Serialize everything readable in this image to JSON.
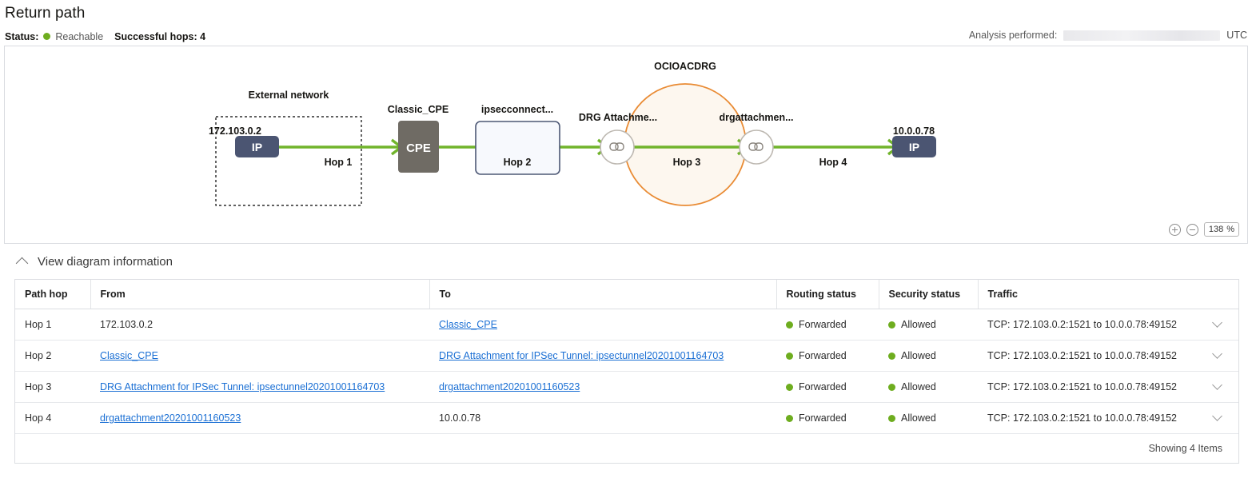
{
  "header": {
    "title": "Return path",
    "status_label": "Status:",
    "status_value": "Reachable",
    "hops_label": "Successful hops: 4",
    "analysis_label": "Analysis performed:",
    "analysis_timezone": "UTC",
    "status_color": "#6ead1f"
  },
  "diagram": {
    "external_network_label": "External network",
    "source_ip": "172.103.0.2",
    "source_ip_badge": "IP",
    "cpe_label": "Classic_CPE",
    "cpe_badge": "CPE",
    "ipsec_label": "ipsecconnect...",
    "drg_group_label": "OCIOACDRG",
    "drg_attachment_left_label": "DRG Attachme...",
    "drg_attachment_right_label": "drgattachmen...",
    "dest_ip": "10.0.0.78",
    "dest_ip_badge": "IP",
    "hop1": "Hop 1",
    "hop2": "Hop 2",
    "hop3": "Hop 3",
    "hop4": "Hop 4",
    "colors": {
      "edge_green": "#71b42c",
      "ip_badge": "#4b5572",
      "cpe_box": "#6f6b64",
      "ipsec_border": "#4d5875",
      "ipsec_fill": "#f7f9fd",
      "drg_circle_stroke": "#e98b34",
      "drg_circle_fill": "#fdf7ef",
      "attachment_stroke": "#bdb8b1"
    },
    "zoom": {
      "zoom_in": "+",
      "zoom_out": "-",
      "level": "138",
      "unit": "%"
    }
  },
  "disclosure": {
    "label": "View diagram information"
  },
  "table": {
    "columns": [
      "Path hop",
      "From",
      "To",
      "Routing status",
      "Security status",
      "Traffic"
    ],
    "rows": [
      {
        "hop": "Hop 1",
        "from": "172.103.0.2",
        "from_is_link": false,
        "to": "Classic_CPE",
        "to_is_link": true,
        "routing_status": "Forwarded",
        "security_status": "Allowed",
        "traffic": "TCP: 172.103.0.2:1521 to 10.0.0.78:49152"
      },
      {
        "hop": "Hop 2",
        "from": "Classic_CPE",
        "from_is_link": true,
        "to": "DRG Attachment for IPSec Tunnel: ipsectunnel20201001164703",
        "to_is_link": true,
        "routing_status": "Forwarded",
        "security_status": "Allowed",
        "traffic": "TCP: 172.103.0.2:1521 to 10.0.0.78:49152"
      },
      {
        "hop": "Hop 3",
        "from": "DRG Attachment for IPSec Tunnel: ipsectunnel20201001164703",
        "from_is_link": true,
        "to": "drgattachment20201001160523",
        "to_is_link": true,
        "routing_status": "Forwarded",
        "security_status": "Allowed",
        "traffic": "TCP: 172.103.0.2:1521 to 10.0.0.78:49152"
      },
      {
        "hop": "Hop 4",
        "from": "drgattachment20201001160523",
        "from_is_link": true,
        "to": "10.0.0.78",
        "to_is_link": false,
        "routing_status": "Forwarded",
        "security_status": "Allowed",
        "traffic": "TCP: 172.103.0.2:1521 to 10.0.0.78:49152"
      }
    ],
    "footer": "Showing 4 Items"
  }
}
